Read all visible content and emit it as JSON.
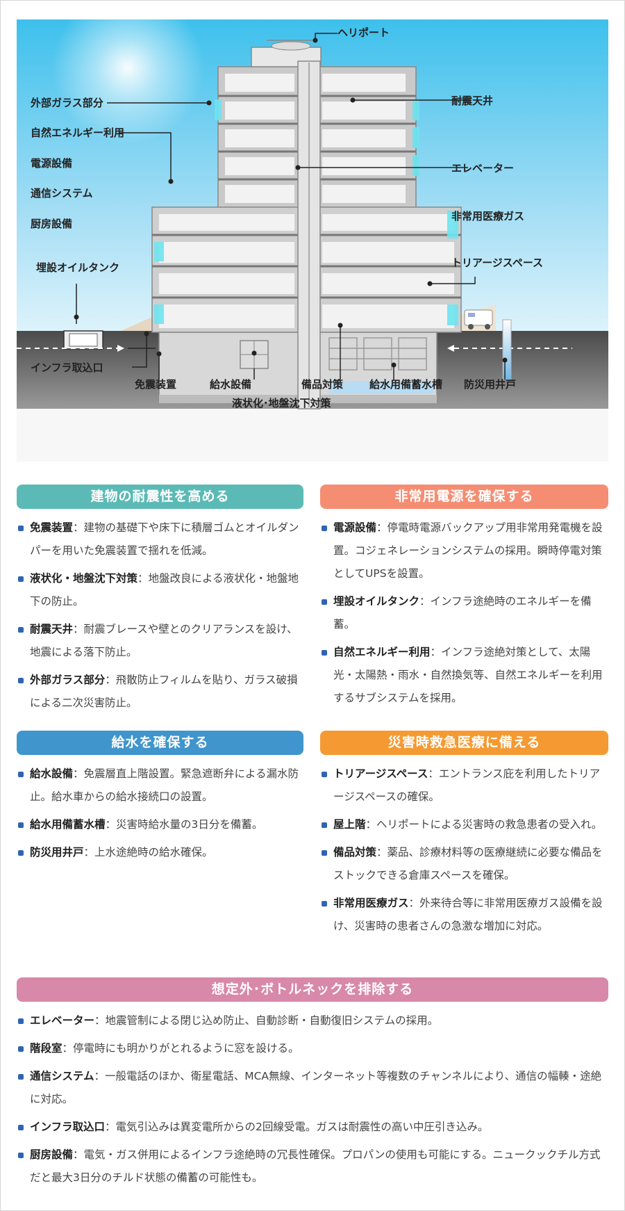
{
  "diagram": {
    "labels": {
      "heliport": "ヘリポート",
      "glass": "外部ガラス部分",
      "natural_energy": "自然エネルギー利用",
      "power": "電源設備",
      "telecom": "通信システム",
      "kitchen": "厨房設備",
      "oil_tank": "埋設オイルタンク",
      "infra": "インフラ取込口",
      "isolation": "免震装置",
      "water_supply": "給水設備",
      "stock": "備品対策",
      "water_tank": "給水用備蓄水槽",
      "well": "防災用井戸",
      "liquefaction": "液状化･地盤沈下対策",
      "ceiling": "耐震天井",
      "elevator": "エレベーター",
      "medical_gas": "非常用医療ガス",
      "triage": "トリアージスペース"
    },
    "colors": {
      "sky_top": "#3dc0ec",
      "sky_bottom": "#d6f1fb",
      "ground": "#555555",
      "building_gray": "#c9c9c9",
      "glass_cyan": "#6ee3ef"
    }
  },
  "sections": {
    "seismic": {
      "title": "建物の耐震性を高める",
      "color": "#5bbab5",
      "items": [
        {
          "term": "免震装置",
          "text": "：建物の基礎下や床下に積層ゴムとオイルダンパーを用いた免震装置で揺れを低減。"
        },
        {
          "term": "液状化・地盤沈下対策",
          "text": "：地盤改良による液状化・地盤地下の防止。"
        },
        {
          "term": "耐震天井",
          "text": "：耐震ブレースや壁とのクリアランスを設け、地震による落下防止。"
        },
        {
          "term": "外部ガラス部分",
          "text": "：飛散防止フィルムを貼り、ガラス破損による二次災害防止。"
        }
      ]
    },
    "power": {
      "title": "非常用電源を確保する",
      "color": "#f58d72",
      "items": [
        {
          "term": "電源設備",
          "text": "：停電時電源バックアップ用非常用発電機を設置。コジェネレーションシステムの採用。瞬時停電対策としてUPSを設置。"
        },
        {
          "term": "埋設オイルタンク",
          "text": "：インフラ途絶時のエネルギーを備蓄。"
        },
        {
          "term": "自然エネルギー利用",
          "text": "：インフラ途絶対策として、太陽光・太陽熱・雨水・自然換気等、自然エネルギーを利用するサブシステムを採用。"
        }
      ]
    },
    "water": {
      "title": "給水を確保する",
      "color": "#3f95cc",
      "items": [
        {
          "term": "給水設備",
          "text": "：免震層直上階設置。緊急遮断弁による漏水防止。給水車からの給水接続口の設置。"
        },
        {
          "term": "給水用備蓄水槽",
          "text": "：災害時給水量の3日分を備蓄。"
        },
        {
          "term": "防災用井戸",
          "text": "：上水途絶時の給水確保。"
        }
      ]
    },
    "emergency": {
      "title": "災害時救急医療に備える",
      "color": "#f59a32",
      "items": [
        {
          "term": "トリアージスペース",
          "text": "：エントランス庇を利用したトリアージスペースの確保。"
        },
        {
          "term": "屋上階",
          "text": "：ヘリポートによる災害時の救急患者の受入れ。"
        },
        {
          "term": "備品対策",
          "text": "：薬品、診療材料等の医療継続に必要な備品をストックできる倉庫スペースを確保。"
        },
        {
          "term": "非常用医療ガス",
          "text": "：外来待合等に非常用医療ガス設備を設け、災害時の患者さんの急激な増加に対応。"
        }
      ]
    },
    "bottleneck": {
      "title": "想定外･ボトルネックを排除する",
      "color": "#d888a9",
      "items": [
        {
          "term": "エレベーター",
          "text": "：地震管制による閉じ込め防止、自動診断・自動復旧システムの採用。"
        },
        {
          "term": "階段室",
          "text": "：停電時にも明かりがとれるように窓を設ける。"
        },
        {
          "term": "通信システム",
          "text": "：一般電話のほか、衛星電話、MCA無線、インターネット等複数のチャンネルにより、通信の幅輳・途絶に対応。"
        },
        {
          "term": "インフラ取込口",
          "text": "：電気引込みは異変電所からの2回線受電。ガスは耐震性の高い中圧引き込み。"
        },
        {
          "term": "厨房設備",
          "text": "：電気・ガス併用によるインフラ途絶時の冗長性確保。プロパンの使用も可能にする。ニュークックチル方式だと最大3日分のチルド状態の備蓄の可能性も。"
        }
      ]
    }
  }
}
